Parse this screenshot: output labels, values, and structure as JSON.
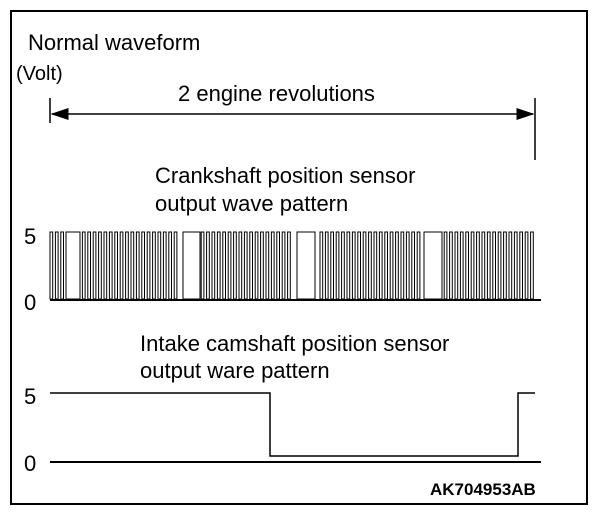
{
  "title": "Normal waveform",
  "y_unit": "(Volt)",
  "span_label": "2 engine revolutions",
  "crank": {
    "label_line1": "Crankshaft position sensor",
    "label_line2": "output wave pattern",
    "high_label": "5",
    "low_label": "0"
  },
  "cam": {
    "label_line1": "Intake camshaft position sensor",
    "label_line2": "output ware pattern",
    "high_label": "5",
    "low_label": "0"
  },
  "figure_code": "AK704953AB"
}
